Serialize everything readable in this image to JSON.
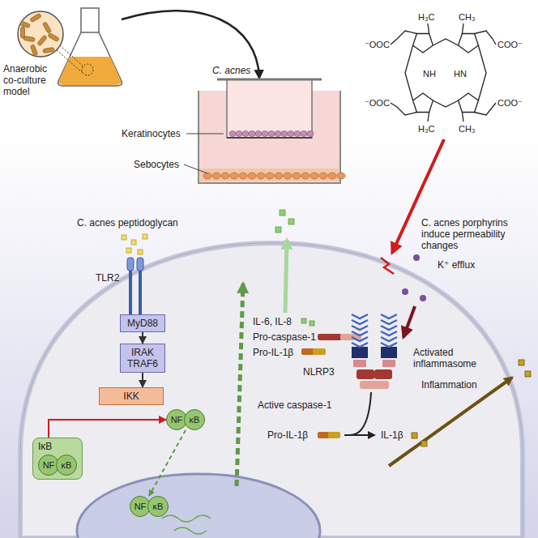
{
  "diagram": {
    "nodes": [
      {
        "text": [
          "MyD88"
        ]
      },
      {
        "text": [
          "IRAK",
          "TRAF6"
        ]
      },
      {
        "text": [
          "IKK"
        ]
      },
      {
        "text": [
          "IκB"
        ]
      },
      {
        "text": [
          "NF",
          "κB"
        ],
        "in": 3
      },
      {
        "text": [
          "NF",
          "κB"
        ]
      },
      {
        "text": [
          "NF",
          "κB"
        ]
      }
    ],
    "edges": [
      {
        "from": 0,
        "to": 1,
        "arrow": "to"
      },
      {
        "from": 1,
        "to": 2,
        "arrow": "to"
      },
      {
        "from": 3,
        "to": 5,
        "arrow": "to"
      },
      {
        "from": 5,
        "to": 6,
        "arrow": "to"
      }
    ],
    "labels": [
      "Anaerobic co-culture model",
      "C. acnes",
      "Keratinocytes",
      "Sebocytes",
      "C. acnes peptidoglycan",
      "TLR2",
      "IL-6, IL-8",
      "Pro-caspase-1",
      "Pro-IL-1β",
      "C. acnes porphyrins induce permeability changes",
      "K⁺ efflux",
      "NLRP3",
      "Activated inflammasome",
      "Active caspase-1",
      "Pro-IL-1β",
      "IL-1β",
      "Inflammation",
      "⁻OOC",
      "COO⁻",
      "H₃C",
      "CH₃",
      "NH",
      "HN",
      "⁻OOC",
      "COO⁻",
      "H₃C",
      "CH₃"
    ]
  }
}
